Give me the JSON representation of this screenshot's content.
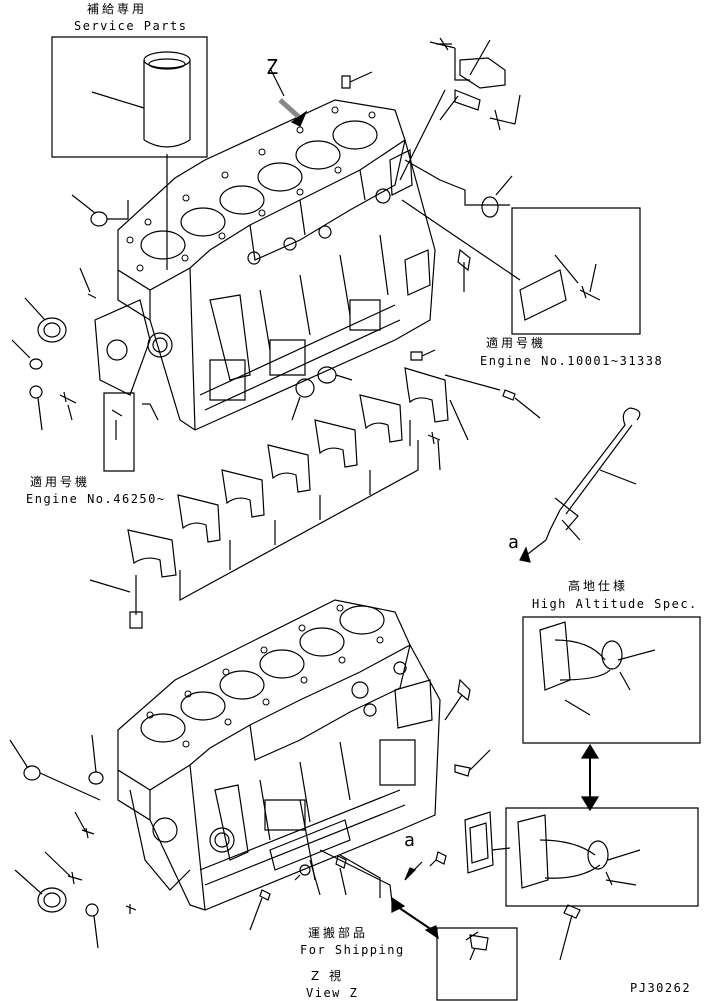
{
  "labels": {
    "service_parts_jp": "補給専用",
    "service_parts_en": "Service Parts",
    "view_letter": "Z",
    "engine_no_a_jp": "適用号機",
    "engine_no_a_en": "Engine No.10001~31338",
    "engine_no_b_jp": "適用号機",
    "engine_no_b_en": "Engine No.46250~",
    "arrow_a_top": "a",
    "arrow_a_bottom": "a",
    "high_altitude_jp": "高地仕様",
    "high_altitude_en": "High Altitude Spec.",
    "for_shipping_jp": "運搬部品",
    "for_shipping_en": "For Shipping",
    "view_z_jp": "Z 視",
    "view_z_en": "View Z",
    "drawing_no": "PJ30262"
  }
}
